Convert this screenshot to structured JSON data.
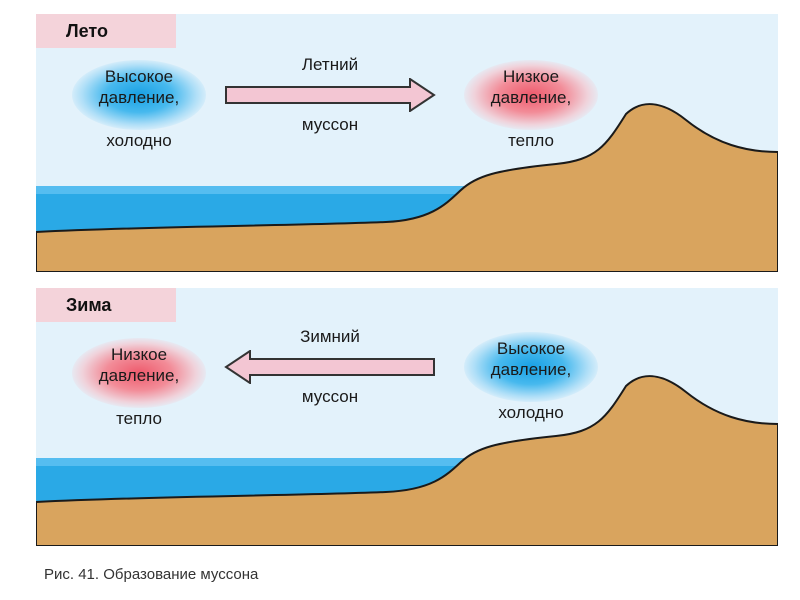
{
  "panels": {
    "summer": {
      "season": "Лето",
      "left_pressure": {
        "line1": "Высокое",
        "line2": "давление,",
        "temp": "холодно"
      },
      "right_pressure": {
        "line1": "Низкое",
        "line2": "давление,",
        "temp": "тепло"
      },
      "arrow": {
        "line1": "Летний",
        "line2": "муссон",
        "direction": "right"
      }
    },
    "winter": {
      "season": "Зима",
      "left_pressure": {
        "line1": "Низкое",
        "line2": "давление,",
        "temp": "тепло"
      },
      "right_pressure": {
        "line1": "Высокое",
        "line2": "давление,",
        "temp": "холодно"
      },
      "arrow": {
        "line1": "Зимний",
        "line2": "муссон",
        "direction": "left"
      }
    }
  },
  "caption": "Рис. 41. Образование муссона",
  "colors": {
    "sky": "#e3f2fb",
    "sea": "#2aa9e6",
    "land": "#d9a45e",
    "label_bg": "#f4d3da",
    "arrow_fill": "#f3c6d3",
    "cold": "#18a0e4",
    "warm": "#ee5a6c"
  }
}
